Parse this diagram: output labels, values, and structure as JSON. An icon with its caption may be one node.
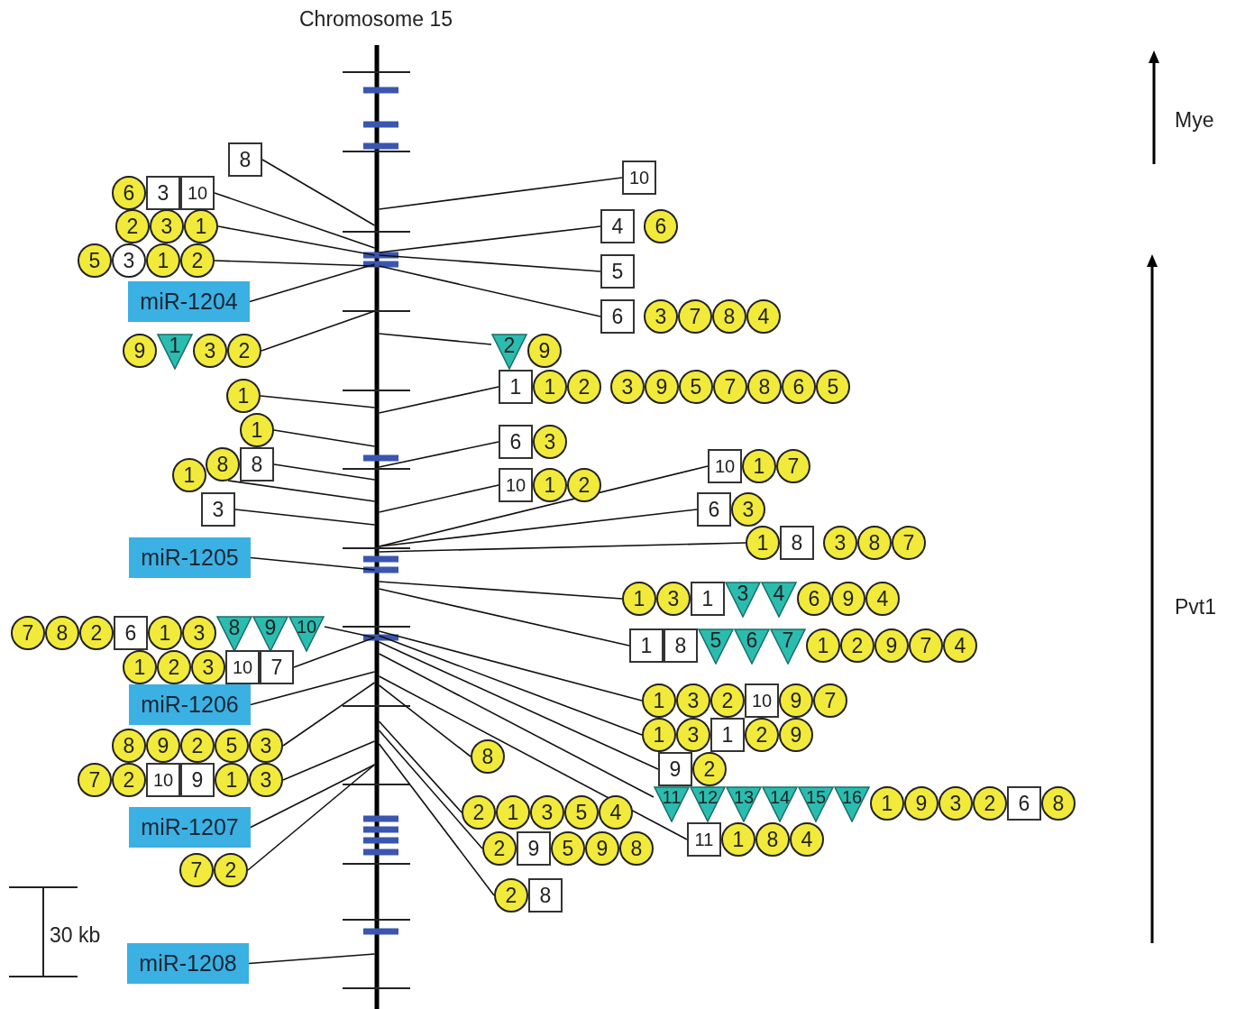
{
  "diagram": {
    "title": "Chromosome 15",
    "nodes": [
      {
        "text": [
          "8"
        ]
      },
      {
        "text": [
          "6"
        ]
      },
      {
        "text": [
          "3"
        ]
      },
      {
        "text": [
          "10"
        ]
      },
      {
        "text": [
          "2"
        ]
      },
      {
        "text": [
          "3"
        ]
      },
      {
        "text": [
          "1"
        ]
      },
      {
        "text": [
          "5"
        ]
      },
      {
        "text": [
          "3"
        ]
      },
      {
        "text": [
          "1"
        ]
      },
      {
        "text": [
          "2"
        ]
      },
      {
        "text": [
          "miR-1204"
        ]
      },
      {
        "text": [
          "9"
        ]
      },
      {
        "text": [
          "1"
        ]
      },
      {
        "text": [
          "3"
        ]
      },
      {
        "text": [
          "2"
        ]
      },
      {
        "text": [
          "1"
        ]
      },
      {
        "text": [
          "1"
        ]
      },
      {
        "text": [
          "1"
        ]
      },
      {
        "text": [
          "8"
        ]
      },
      {
        "text": [
          "8"
        ]
      },
      {
        "text": [
          "3"
        ]
      },
      {
        "text": [
          "miR-1205"
        ]
      },
      {
        "text": [
          "7"
        ]
      },
      {
        "text": [
          "8"
        ]
      },
      {
        "text": [
          "2"
        ]
      },
      {
        "text": [
          "6"
        ]
      },
      {
        "text": [
          "1"
        ]
      },
      {
        "text": [
          "3"
        ]
      },
      {
        "text": [
          "8"
        ]
      },
      {
        "text": [
          "9"
        ]
      },
      {
        "text": [
          "10"
        ]
      },
      {
        "text": [
          "1"
        ]
      },
      {
        "text": [
          "2"
        ]
      },
      {
        "text": [
          "3"
        ]
      },
      {
        "text": [
          "10"
        ]
      },
      {
        "text": [
          "7"
        ]
      },
      {
        "text": [
          "miR-1206"
        ]
      },
      {
        "text": [
          "8"
        ]
      },
      {
        "text": [
          "9"
        ]
      },
      {
        "text": [
          "2"
        ]
      },
      {
        "text": [
          "5"
        ]
      },
      {
        "text": [
          "3"
        ]
      },
      {
        "text": [
          "7"
        ]
      },
      {
        "text": [
          "2"
        ]
      },
      {
        "text": [
          "10"
        ]
      },
      {
        "text": [
          "9"
        ]
      },
      {
        "text": [
          "1"
        ]
      },
      {
        "text": [
          "3"
        ]
      },
      {
        "text": [
          "miR-1207"
        ]
      },
      {
        "text": [
          "7"
        ]
      },
      {
        "text": [
          "2"
        ]
      },
      {
        "text": [
          "miR-1208"
        ]
      },
      {
        "text": [
          "10"
        ]
      },
      {
        "text": [
          "4"
        ]
      },
      {
        "text": [
          "6"
        ]
      },
      {
        "text": [
          "5"
        ]
      },
      {
        "text": [
          "6"
        ]
      },
      {
        "text": [
          "3"
        ]
      },
      {
        "text": [
          "7"
        ]
      },
      {
        "text": [
          "8"
        ]
      },
      {
        "text": [
          "4"
        ]
      },
      {
        "text": [
          "2"
        ]
      },
      {
        "text": [
          "9"
        ]
      },
      {
        "text": [
          "1"
        ]
      },
      {
        "text": [
          "1"
        ]
      },
      {
        "text": [
          "2"
        ]
      },
      {
        "text": [
          "3"
        ]
      },
      {
        "text": [
          "9"
        ]
      },
      {
        "text": [
          "5"
        ]
      },
      {
        "text": [
          "7"
        ]
      },
      {
        "text": [
          "8"
        ]
      },
      {
        "text": [
          "6"
        ]
      },
      {
        "text": [
          "5"
        ]
      },
      {
        "text": [
          "6"
        ]
      },
      {
        "text": [
          "3"
        ]
      },
      {
        "text": [
          "10"
        ]
      },
      {
        "text": [
          "1"
        ]
      },
      {
        "text": [
          "2"
        ]
      },
      {
        "text": [
          "10"
        ]
      },
      {
        "text": [
          "1"
        ]
      },
      {
        "text": [
          "7"
        ]
      },
      {
        "text": [
          "6"
        ]
      },
      {
        "text": [
          "3"
        ]
      },
      {
        "text": [
          "1"
        ]
      },
      {
        "text": [
          "8"
        ]
      },
      {
        "text": [
          "3"
        ]
      },
      {
        "text": [
          "8"
        ]
      },
      {
        "text": [
          "7"
        ]
      },
      {
        "text": [
          "1"
        ]
      },
      {
        "text": [
          "3"
        ]
      },
      {
        "text": [
          "1"
        ]
      },
      {
        "text": [
          "3"
        ]
      },
      {
        "text": [
          "4"
        ]
      },
      {
        "text": [
          "6"
        ]
      },
      {
        "text": [
          "9"
        ]
      },
      {
        "text": [
          "4"
        ]
      },
      {
        "text": [
          "1"
        ]
      },
      {
        "text": [
          "8"
        ]
      },
      {
        "text": [
          "5"
        ]
      },
      {
        "text": [
          "6"
        ]
      },
      {
        "text": [
          "7"
        ]
      },
      {
        "text": [
          "1"
        ]
      },
      {
        "text": [
          "2"
        ]
      },
      {
        "text": [
          "9"
        ]
      },
      {
        "text": [
          "7"
        ]
      },
      {
        "text": [
          "4"
        ]
      },
      {
        "text": [
          "1"
        ]
      },
      {
        "text": [
          "3"
        ]
      },
      {
        "text": [
          "2"
        ]
      },
      {
        "text": [
          "10"
        ]
      },
      {
        "text": [
          "9"
        ]
      },
      {
        "text": [
          "7"
        ]
      },
      {
        "text": [
          "1"
        ]
      },
      {
        "text": [
          "3"
        ]
      },
      {
        "text": [
          "1"
        ]
      },
      {
        "text": [
          "2"
        ]
      },
      {
        "text": [
          "9"
        ]
      },
      {
        "text": [
          "8"
        ]
      },
      {
        "text": [
          "9"
        ]
      },
      {
        "text": [
          "2"
        ]
      },
      {
        "text": [
          "11"
        ]
      },
      {
        "text": [
          "12"
        ]
      },
      {
        "text": [
          "13"
        ]
      },
      {
        "text": [
          "14"
        ]
      },
      {
        "text": [
          "15"
        ]
      },
      {
        "text": [
          "16"
        ]
      },
      {
        "text": [
          "1"
        ]
      },
      {
        "text": [
          "9"
        ]
      },
      {
        "text": [
          "3"
        ]
      },
      {
        "text": [
          "2"
        ]
      },
      {
        "text": [
          "6"
        ]
      },
      {
        "text": [
          "8"
        ]
      },
      {
        "text": [
          "2"
        ]
      },
      {
        "text": [
          "1"
        ]
      },
      {
        "text": [
          "3"
        ]
      },
      {
        "text": [
          "5"
        ]
      },
      {
        "text": [
          "4"
        ]
      },
      {
        "text": [
          "11"
        ]
      },
      {
        "text": [
          "1"
        ]
      },
      {
        "text": [
          "8"
        ]
      },
      {
        "text": [
          "4"
        ]
      },
      {
        "text": [
          "2"
        ]
      },
      {
        "text": [
          "9"
        ]
      },
      {
        "text": [
          "5"
        ]
      },
      {
        "text": [
          "9"
        ]
      },
      {
        "text": [
          "8"
        ]
      },
      {
        "text": [
          "2"
        ]
      },
      {
        "text": [
          "8"
        ]
      },
      {
        "text": [],
        "shape": "bar"
      }
    ],
    "edges": [
      {
        "from": 0,
        "to": 149,
        "arrow": "none"
      },
      {
        "from": 3,
        "to": 149,
        "arrow": "none"
      },
      {
        "from": 6,
        "to": 149,
        "arrow": "none"
      },
      {
        "from": 10,
        "to": 149,
        "arrow": "none"
      },
      {
        "from": 11,
        "to": 149,
        "arrow": "none"
      },
      {
        "from": 15,
        "to": 149,
        "arrow": "none"
      },
      {
        "from": 16,
        "to": 149,
        "arrow": "none"
      },
      {
        "from": 17,
        "to": 149,
        "arrow": "none"
      },
      {
        "from": 20,
        "to": 149,
        "arrow": "none"
      },
      {
        "from": 19,
        "to": 149,
        "arrow": "none"
      },
      {
        "from": 21,
        "to": 149,
        "arrow": "none"
      },
      {
        "from": 22,
        "to": 149,
        "arrow": "none"
      },
      {
        "from": 31,
        "to": 149,
        "arrow": "none"
      },
      {
        "from": 36,
        "to": 149,
        "arrow": "none"
      },
      {
        "from": 37,
        "to": 149,
        "arrow": "none"
      },
      {
        "from": 42,
        "to": 149,
        "arrow": "none"
      },
      {
        "from": 48,
        "to": 149,
        "arrow": "none"
      },
      {
        "from": 49,
        "to": 149,
        "arrow": "none"
      },
      {
        "from": 51,
        "to": 149,
        "arrow": "none"
      },
      {
        "from": 52,
        "to": 149,
        "arrow": "none"
      },
      {
        "from": 53,
        "to": 149,
        "arrow": "none"
      },
      {
        "from": 54,
        "to": 149,
        "arrow": "none"
      },
      {
        "from": 56,
        "to": 149,
        "arrow": "none"
      },
      {
        "from": 57,
        "to": 149,
        "arrow": "none"
      },
      {
        "from": 62,
        "to": 149,
        "arrow": "none"
      },
      {
        "from": 64,
        "to": 149,
        "arrow": "none"
      },
      {
        "from": 74,
        "to": 149,
        "arrow": "none"
      },
      {
        "from": 76,
        "to": 149,
        "arrow": "none"
      },
      {
        "from": 79,
        "to": 149,
        "arrow": "none"
      },
      {
        "from": 82,
        "to": 149,
        "arrow": "none"
      },
      {
        "from": 84,
        "to": 149,
        "arrow": "none"
      },
      {
        "from": 89,
        "to": 149,
        "arrow": "none"
      },
      {
        "from": 97,
        "to": 149,
        "arrow": "none"
      },
      {
        "from": 107,
        "to": 149,
        "arrow": "none"
      },
      {
        "from": 113,
        "to": 149,
        "arrow": "none"
      },
      {
        "from": 118,
        "to": 149,
        "arrow": "none"
      },
      {
        "from": 119,
        "to": 149,
        "arrow": "none"
      },
      {
        "from": 121,
        "to": 149,
        "arrow": "none"
      },
      {
        "from": 133,
        "to": 149,
        "arrow": "none"
      },
      {
        "from": 138,
        "to": 149,
        "arrow": "none"
      },
      {
        "from": 142,
        "to": 149,
        "arrow": "none"
      },
      {
        "from": 147,
        "to": 149,
        "arrow": "none"
      }
    ],
    "labels": [
      "Mye",
      "Pvt1",
      "30 kb"
    ]
  }
}
